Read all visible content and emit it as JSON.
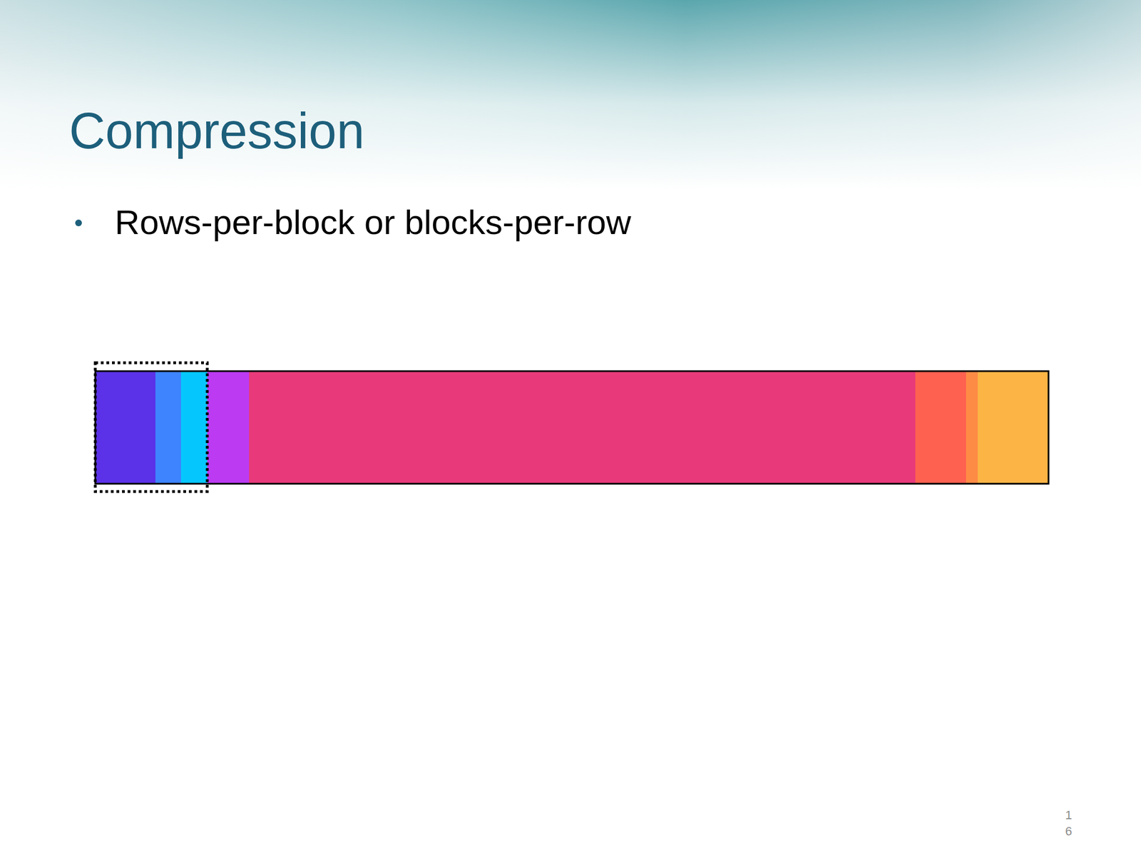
{
  "diagram": {
    "title": "Compression",
    "labels": [
      "Rows-per-block or blocks-per-row",
      "16"
    ]
  }
}
